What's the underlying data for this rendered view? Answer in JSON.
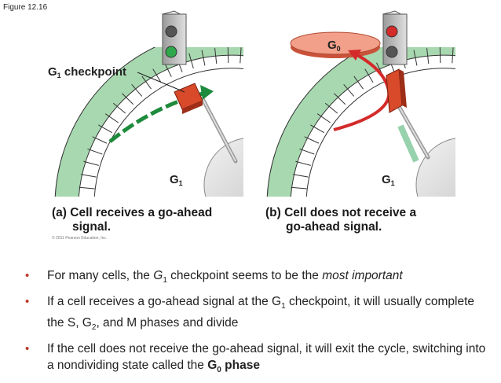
{
  "figure_label": "Figure 12.16",
  "panel_a": {
    "checkpoint_label": "G1 checkpoint",
    "checkpoint_main": "G",
    "checkpoint_sub": "1",
    "checkpoint_rest": " checkpoint",
    "phase_main": "G",
    "phase_sub": "1",
    "caption_line1": "(a) Cell receives a go-ahead",
    "caption_line2": "signal."
  },
  "panel_b": {
    "g0_main": "G",
    "g0_sub": "0",
    "phase_main": "G",
    "phase_sub": "1",
    "caption_line1": "(b) Cell does not receive a",
    "caption_line2": "go-ahead signal."
  },
  "copyright": "© 2011 Pearson Education, Inc.",
  "bullets": [
    {
      "parts": [
        "For many cells, the ",
        "G",
        "1",
        " checkpoint seems to be the ",
        "most important"
      ]
    },
    {
      "parts": [
        "If a cell receives a go-ahead signal at the G",
        "1",
        " checkpoint, it will usually complete the S, G",
        "2",
        ", and M phases and divide"
      ]
    },
    {
      "parts": [
        "If the cell does not receive the go-ahead signal, it will exit the cycle, switching into a nondividing state called the ",
        "G",
        "0",
        " phase"
      ]
    }
  ],
  "colors": {
    "ring_green": "#a8d8b0",
    "arrow_green": "#1e8a3c",
    "checkpoint_red": "#d84a2a",
    "arrow_red": "#d42a2a",
    "g0_disk": "#f2a08a",
    "bullet_marker": "#c0392b"
  }
}
